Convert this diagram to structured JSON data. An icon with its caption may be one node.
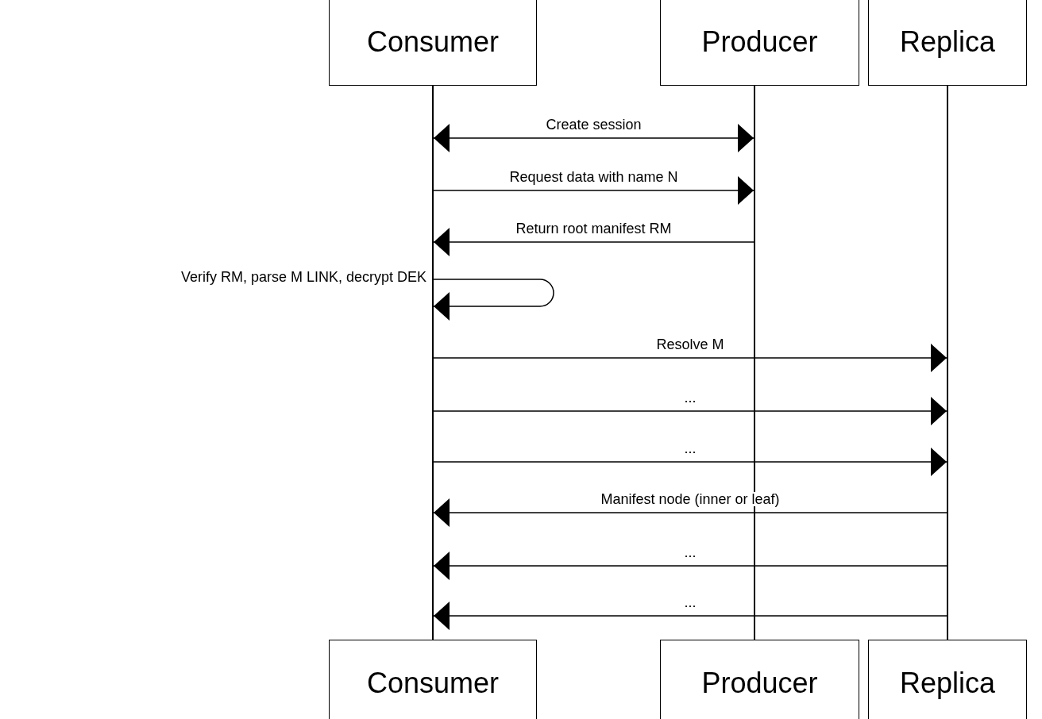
{
  "diagram": {
    "nodes": [
      {
        "text": [
          "Consumer"
        ]
      },
      {
        "text": [
          "Producer"
        ]
      },
      {
        "text": [
          "Replica"
        ]
      },
      {
        "text": [],
        "shape": "bar"
      },
      {
        "text": [],
        "shape": "bar"
      },
      {
        "text": [],
        "shape": "bar"
      },
      {
        "text": [
          "Consumer"
        ]
      },
      {
        "text": [
          "Producer"
        ]
      },
      {
        "text": [
          "Replica"
        ]
      }
    ],
    "edges": [
      {
        "from": 3,
        "to": 4,
        "arrow": "both",
        "label": "Create session"
      },
      {
        "from": 3,
        "to": 4,
        "arrow": "to",
        "label": "Request data with name N"
      },
      {
        "from": 4,
        "to": 3,
        "arrow": "to",
        "label": "Return root manifest RM"
      },
      {
        "from": 3,
        "to": 3,
        "arrow": "to",
        "label": "Verify RM, parse M LINK, decrypt DEK"
      },
      {
        "from": 3,
        "to": 5,
        "arrow": "to",
        "label": "Resolve M"
      },
      {
        "from": 3,
        "to": 5,
        "arrow": "to",
        "label": "..."
      },
      {
        "from": 3,
        "to": 5,
        "arrow": "to",
        "label": "..."
      },
      {
        "from": 5,
        "to": 3,
        "arrow": "to",
        "label": "Manifest node (inner or leaf)"
      },
      {
        "from": 5,
        "to": 3,
        "arrow": "to",
        "label": "..."
      },
      {
        "from": 5,
        "to": 3,
        "arrow": "to",
        "label": "..."
      }
    ]
  }
}
